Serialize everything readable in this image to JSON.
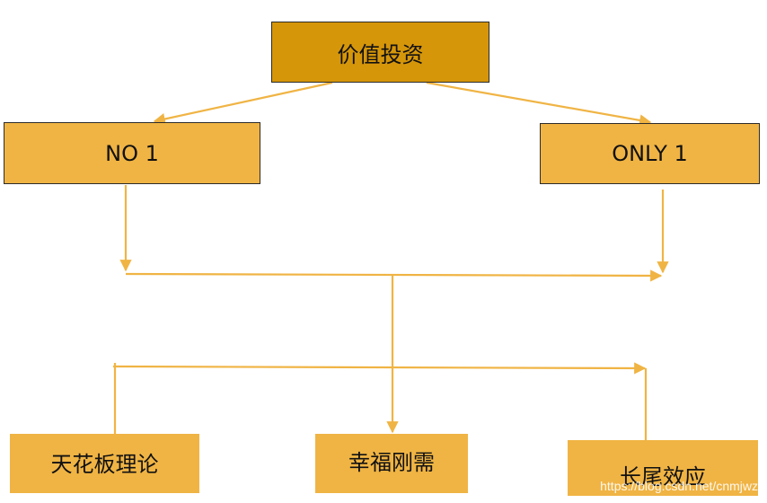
{
  "nodes": {
    "root": "价值投资",
    "left": "NO 1",
    "right": "ONLY 1",
    "leaf_left": "天花板理论",
    "leaf_center": "幸福刚需",
    "leaf_right": "长尾效应"
  },
  "watermark": "https://blog.csdn.net/cnmjwz",
  "colors": {
    "root_fill": "#d6960a",
    "node_fill": "#f0b444",
    "connector": "#f0b444",
    "border": "#2b2b2b",
    "text": "#111111"
  }
}
